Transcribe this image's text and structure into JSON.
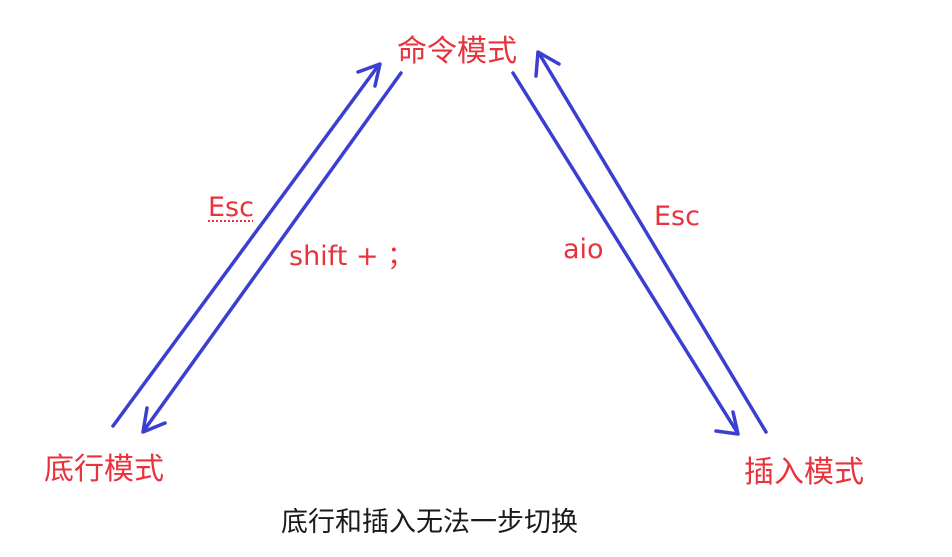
{
  "nodes": {
    "command": "命令模式",
    "bottom_line": "底行模式",
    "insert": "插入模式"
  },
  "edges": {
    "bottom_to_command": "Esc",
    "command_to_bottom": "shift + ；",
    "command_to_insert": "aio",
    "insert_to_command": "Esc"
  },
  "caption": "底行和插入无法一步切换",
  "colors": {
    "arrow": "#3b3fd1",
    "label": "#e8323c",
    "caption": "#1a1a1a",
    "background": "#ffffff"
  }
}
